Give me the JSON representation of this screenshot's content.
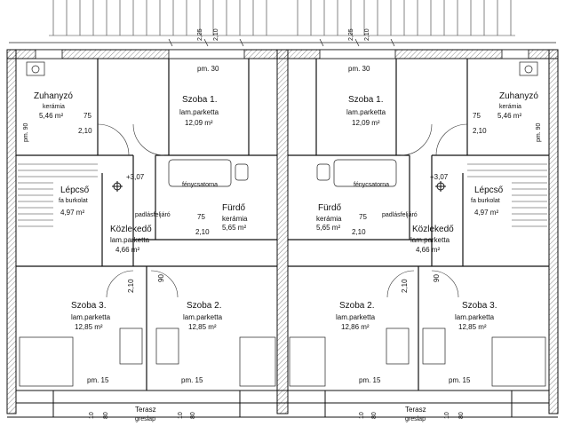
{
  "dims_top": {
    "d1": "2,25",
    "d2": "2,10",
    "d3": "2,25",
    "d4": "2,10"
  },
  "rooms": {
    "zuhanyzo": {
      "name": "Zuhanyzó",
      "floor": "kerámia",
      "area": "5,46 m²"
    },
    "szoba1": {
      "name": "Szoba 1.",
      "floor": "lam.parketta",
      "area": "12,09 m²"
    },
    "lepcso": {
      "name": "Lépcső",
      "floor": "fa burkolat",
      "area": "4,97 m²"
    },
    "furdo": {
      "name": "Fürdő",
      "floor": "kerámia",
      "area": "5,65 m²"
    },
    "kozlekedo": {
      "name": "Közlekedő",
      "floor": "lam.parketta",
      "area": "4,66 m²"
    },
    "szoba3": {
      "name": "Szoba 3.",
      "floor": "lam.parketta",
      "area": "12,85 m²"
    },
    "szoba2_left": {
      "name": "Szoba 2.",
      "floor": "lam.parketta",
      "area": "12,85 m²"
    },
    "szoba2_right": {
      "name": "Szoba 2.",
      "floor": "lam.parketta",
      "area": "12,86 m²"
    },
    "terasz": {
      "name": "Terasz",
      "floor": "greslap"
    }
  },
  "annotations": {
    "pm30": "pm. 30",
    "pm90": "pm. 90",
    "pm15": "pm. 15",
    "level": "+3,07",
    "fenyesatorna": "fénycsatorna",
    "padlasfeljaro": "padlásfeljáró",
    "d75": "75",
    "d210": "2,10",
    "d90": "90",
    "d10": "10",
    "d80": "80"
  }
}
